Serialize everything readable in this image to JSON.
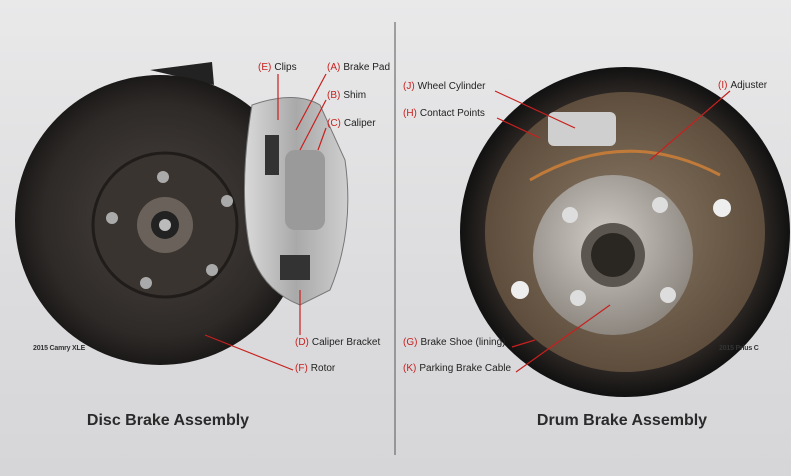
{
  "disc": {
    "title": "Disc Brake Assembly",
    "caption": "2015 Camry XLE",
    "labels": [
      {
        "code": "(E)",
        "name": "Clips"
      },
      {
        "code": "(A)",
        "name": "Brake Pad"
      },
      {
        "code": "(B)",
        "name": "Shim"
      },
      {
        "code": "(C)",
        "name": "Caliper"
      },
      {
        "code": "(D)",
        "name": "Caliper Bracket"
      },
      {
        "code": "(F)",
        "name": "Rotor"
      }
    ]
  },
  "drum": {
    "title": "Drum Brake Assembly",
    "caption": "2015 Prius C",
    "labels": [
      {
        "code": "(J)",
        "name": "Wheel Cylinder"
      },
      {
        "code": "(H)",
        "name": "Contact Points"
      },
      {
        "code": "(I)",
        "name": "Adjuster"
      },
      {
        "code": "(G)",
        "name": "Brake Shoe (lining)"
      },
      {
        "code": "(K)",
        "name": "Parking Brake Cable"
      }
    ]
  },
  "colors": {
    "accent": "#c8201e",
    "text": "#222222"
  }
}
